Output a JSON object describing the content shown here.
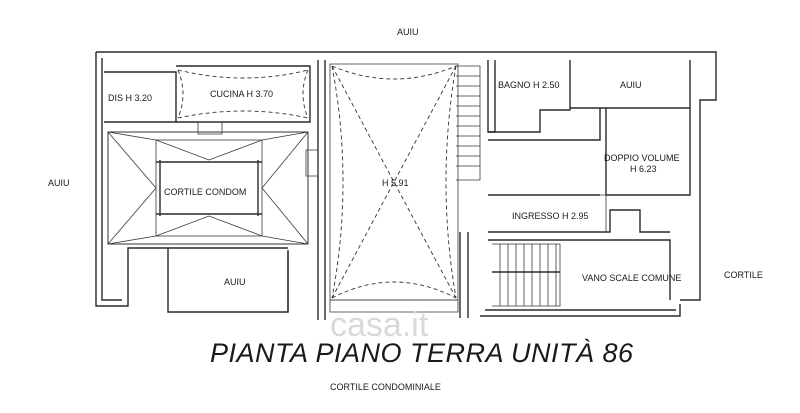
{
  "title": "PIANTA PIANO TERRA UNITÀ 86",
  "watermark": "casa.it",
  "colors": {
    "line": "#2a2a2a",
    "background": "#ffffff",
    "watermark": "#d9d9d9"
  },
  "rooms": {
    "dis": "DIS H 3.20",
    "cucina": "CUCINA H 3.70",
    "bagno": "BAGNO H 2.50",
    "auiu_top_right": "AUIU",
    "doppio_volume_1": "DOPPIO VOLUME",
    "doppio_volume_2": "H 6.23",
    "cortile_condom": "CORTILE CONDOM",
    "hall": "H 5.91",
    "ingresso": "INGRESSO H 2.95",
    "auiu_bottom": "AUIU",
    "vano_scale": "VANO SCALE COMUNE"
  },
  "surroundings": {
    "top": "AUIU",
    "left": "AUIU",
    "right": "CORTILE",
    "bottom": "CORTILE CONDOMINIALE"
  }
}
